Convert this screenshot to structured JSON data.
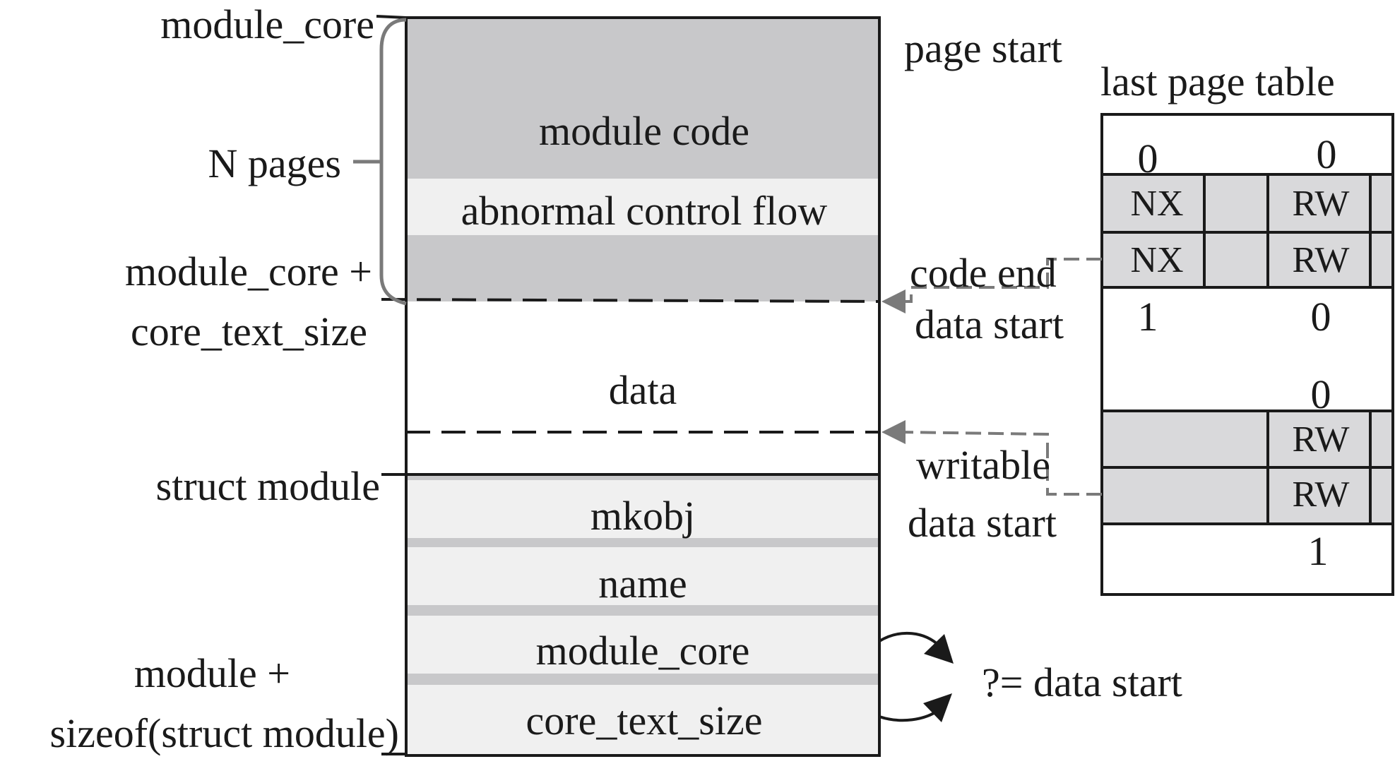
{
  "left_labels": {
    "module_core": "module_core",
    "n_pages": "N pages",
    "core_plus_line1": "module_core +",
    "core_plus_line2": "core_text_size",
    "struct_module": "struct module",
    "module_plus_line1": "module +",
    "module_plus_line2": "sizeof(struct module)"
  },
  "memory_block": {
    "module_code": "module code",
    "abnormal_control_flow": "abnormal control flow",
    "data": "data",
    "fields": [
      "mkobj",
      "name",
      "module_core",
      "core_text_size"
    ]
  },
  "right_labels": {
    "page_start": "page start",
    "code_end": "code end",
    "data_start": "data start",
    "writable_line1": "writable",
    "writable_line2": "data start",
    "compare": "?=  data start"
  },
  "page_table": {
    "title": "last page table",
    "top_col1": "0",
    "top_col2": "0",
    "rows": [
      {
        "col1": "NX",
        "col3": "RW"
      },
      {
        "col1": "NX",
        "col3": "RW"
      }
    ],
    "mid_col1": "1",
    "mid_col2": "0",
    "mid2_col2": "0",
    "rows2": [
      {
        "col3": "RW"
      },
      {
        "col3": "RW"
      }
    ],
    "bottom_col2": "1"
  },
  "colors": {
    "code_region": "#c8c8ca",
    "abnormal_band": "#f0f0f0",
    "field_band": "#f0f0f0",
    "field_separator": "#c8c8ca",
    "table_cell": "#d9d9db",
    "outline": "#1a1a1a",
    "pointer": "#7a7a7a"
  }
}
